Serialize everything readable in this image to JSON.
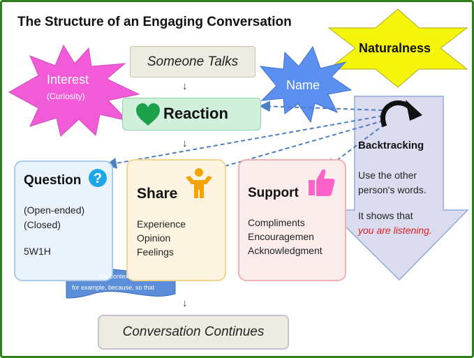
{
  "title": "The Structure of an Engaging Conversation",
  "interest": {
    "label": "Interest",
    "sub": "(Curiosity)"
  },
  "naturalness": "Naturalness",
  "name": "Name",
  "someone_talks": "Someone Talks",
  "reaction": "Reaction",
  "down_arrow": "↓",
  "question": {
    "title": "Question",
    "lines": [
      "(Open-ended)",
      "(Closed)",
      "5W1H"
    ]
  },
  "share": {
    "title": "Share",
    "lines": [
      "Experience",
      "Opinion",
      "Feelings"
    ]
  },
  "support": {
    "title": "Support",
    "lines": [
      "Compliments",
      "Encouragemen",
      "Acknowledgment"
    ]
  },
  "low_context": {
    "line1": "low-context",
    "line2": "for example, because, so that"
  },
  "backtracking": {
    "title": "Backtracking",
    "line1": "Use the other",
    "line2": "person's words.",
    "line3": "It shows that",
    "highlight": "you are listening."
  },
  "conversation_continues": "Conversation Continues",
  "colors": {
    "frame": "#2f7f1f",
    "interest": "#f25bd7",
    "naturalness": "#f5f50c",
    "name": "#5b8ff0",
    "heart": "#1ca14a",
    "question_icon": "#1ea7e8",
    "share_icon": "#f5a300",
    "support_icon": "#ff62c8",
    "backtrack_arrow": "#dcdcf0",
    "connector": "#4f7fc3"
  }
}
